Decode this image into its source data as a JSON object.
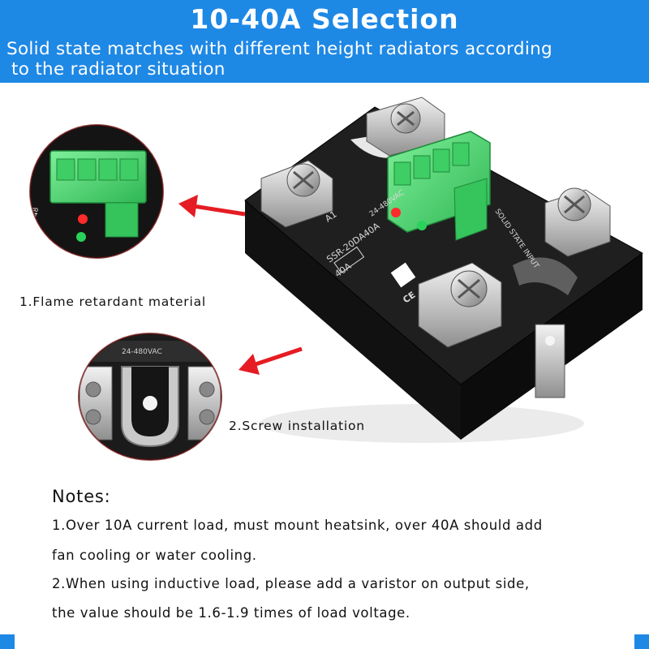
{
  "banner": {
    "title": "10-40A Selection",
    "subtitle_line1": "Solid state matches with different height radiators according",
    "subtitle_line2": "to the radiator situation",
    "color": "#1e88e5"
  },
  "callouts": {
    "label_1": "1.Flame retardant material",
    "label_2": "2.Screw installation",
    "arrow_color": "#e51c23"
  },
  "relay": {
    "model_text": "SSR-20DA40A",
    "rating_badge": "40A",
    "voltage_text": "24-480VAC",
    "side_label": "SOLID STATE INPUT",
    "terminal_a1": "A1",
    "ce_mark": "CE",
    "zoom_voltage_text": "24-480VAC",
    "green_block_color": "#4ccf6e",
    "housing_color": "#1c1c1c"
  },
  "notes": {
    "title": "Notes:",
    "line1": "1.Over 10A current load,  must mount heatsink, over 40A should add",
    "line2": "fan cooling or water cooling.",
    "line3": "2.When using inductive load, please add a varistor on output side,",
    "line4": "the value should be 1.6-1.9 times of load voltage."
  }
}
